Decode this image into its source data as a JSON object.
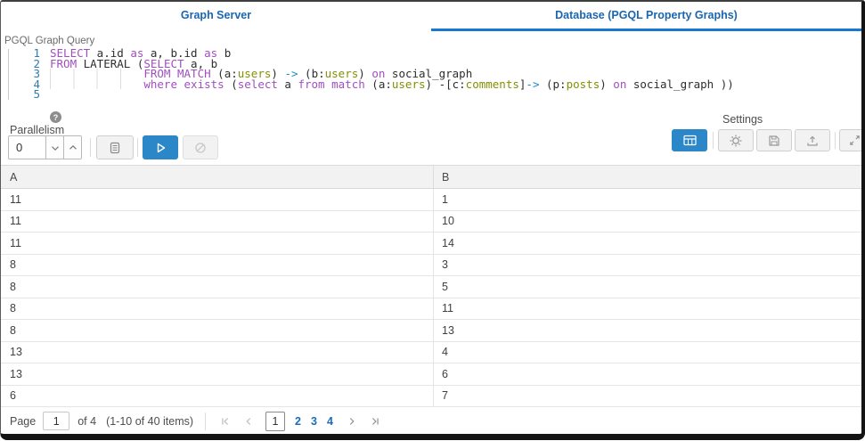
{
  "tabs": [
    {
      "label": "Graph Server",
      "active": false
    },
    {
      "label": "Database (PGQL Property Graphs)",
      "active": true
    }
  ],
  "editor": {
    "label": "PGQL Graph Query",
    "line_numbers": [
      "1",
      "2",
      "3",
      "4",
      "5"
    ],
    "code_lines": [
      [
        [
          "kw",
          "SELECT"
        ],
        [
          "pl",
          " a.id "
        ],
        [
          "kw",
          "as"
        ],
        [
          "pl",
          " a, b.id "
        ],
        [
          "kw",
          "as"
        ],
        [
          "pl",
          " b"
        ]
      ],
      [
        [
          "kw",
          "FROM"
        ],
        [
          "pl",
          " LATERAL ("
        ],
        [
          "kw",
          "SELECT"
        ],
        [
          "pl",
          " a, b"
        ]
      ],
      [
        [
          "ind",
          "              "
        ],
        [
          "kw",
          "FROM"
        ],
        [
          "pl",
          " "
        ],
        [
          "kw",
          "MATCH"
        ],
        [
          "pl",
          " (a:"
        ],
        [
          "lb",
          "users"
        ],
        [
          "pl",
          ") "
        ],
        [
          "ar",
          "->"
        ],
        [
          "pl",
          " (b:"
        ],
        [
          "lb",
          "users"
        ],
        [
          "pl",
          ") "
        ],
        [
          "kw",
          "on"
        ],
        [
          "pl",
          " social_graph"
        ]
      ],
      [
        [
          "ind",
          "              "
        ],
        [
          "kw",
          "where"
        ],
        [
          "pl",
          " "
        ],
        [
          "kw",
          "exists"
        ],
        [
          "pl",
          " ("
        ],
        [
          "kw",
          "select"
        ],
        [
          "pl",
          " a "
        ],
        [
          "kw",
          "from"
        ],
        [
          "pl",
          " "
        ],
        [
          "kw",
          "match"
        ],
        [
          "pl",
          " (a:"
        ],
        [
          "lb",
          "users"
        ],
        [
          "pl",
          ") -[c:"
        ],
        [
          "lb",
          "comments"
        ],
        [
          "pl",
          "]"
        ],
        [
          "ar",
          "->"
        ],
        [
          "pl",
          " (p:"
        ],
        [
          "lb",
          "posts"
        ],
        [
          "pl",
          ") "
        ],
        [
          "kw",
          "on"
        ],
        [
          "pl",
          " social_graph ))"
        ]
      ],
      []
    ]
  },
  "toolbar": {
    "help_icon_glyph": "?",
    "parallelism_label": "Parallelism",
    "parallelism_value": "0"
  },
  "settings": {
    "label": "Settings"
  },
  "results_table": {
    "columns": [
      "A",
      "B"
    ],
    "rows": [
      [
        "11",
        "1"
      ],
      [
        "11",
        "10"
      ],
      [
        "11",
        "14"
      ],
      [
        "8",
        "3"
      ],
      [
        "8",
        "5"
      ],
      [
        "8",
        "11"
      ],
      [
        "8",
        "13"
      ],
      [
        "13",
        "4"
      ],
      [
        "13",
        "6"
      ],
      [
        "6",
        "7"
      ]
    ]
  },
  "pagination": {
    "page_label": "Page",
    "page_value": "1",
    "of_label": "of 4",
    "items_label": "(1-10 of 40 items)",
    "current_page": "1",
    "other_pages": [
      "2",
      "3",
      "4"
    ]
  },
  "colors": {
    "tab_blue": "#1a66b0",
    "tab_underline_blue": "#1777d2",
    "button_blue": "#2b87c8",
    "keyword_purple": "#a04fc0",
    "graph_label_olive": "#839000",
    "arrow_teal": "#1e8bc3",
    "line_number_blue": "#2e7cab"
  }
}
